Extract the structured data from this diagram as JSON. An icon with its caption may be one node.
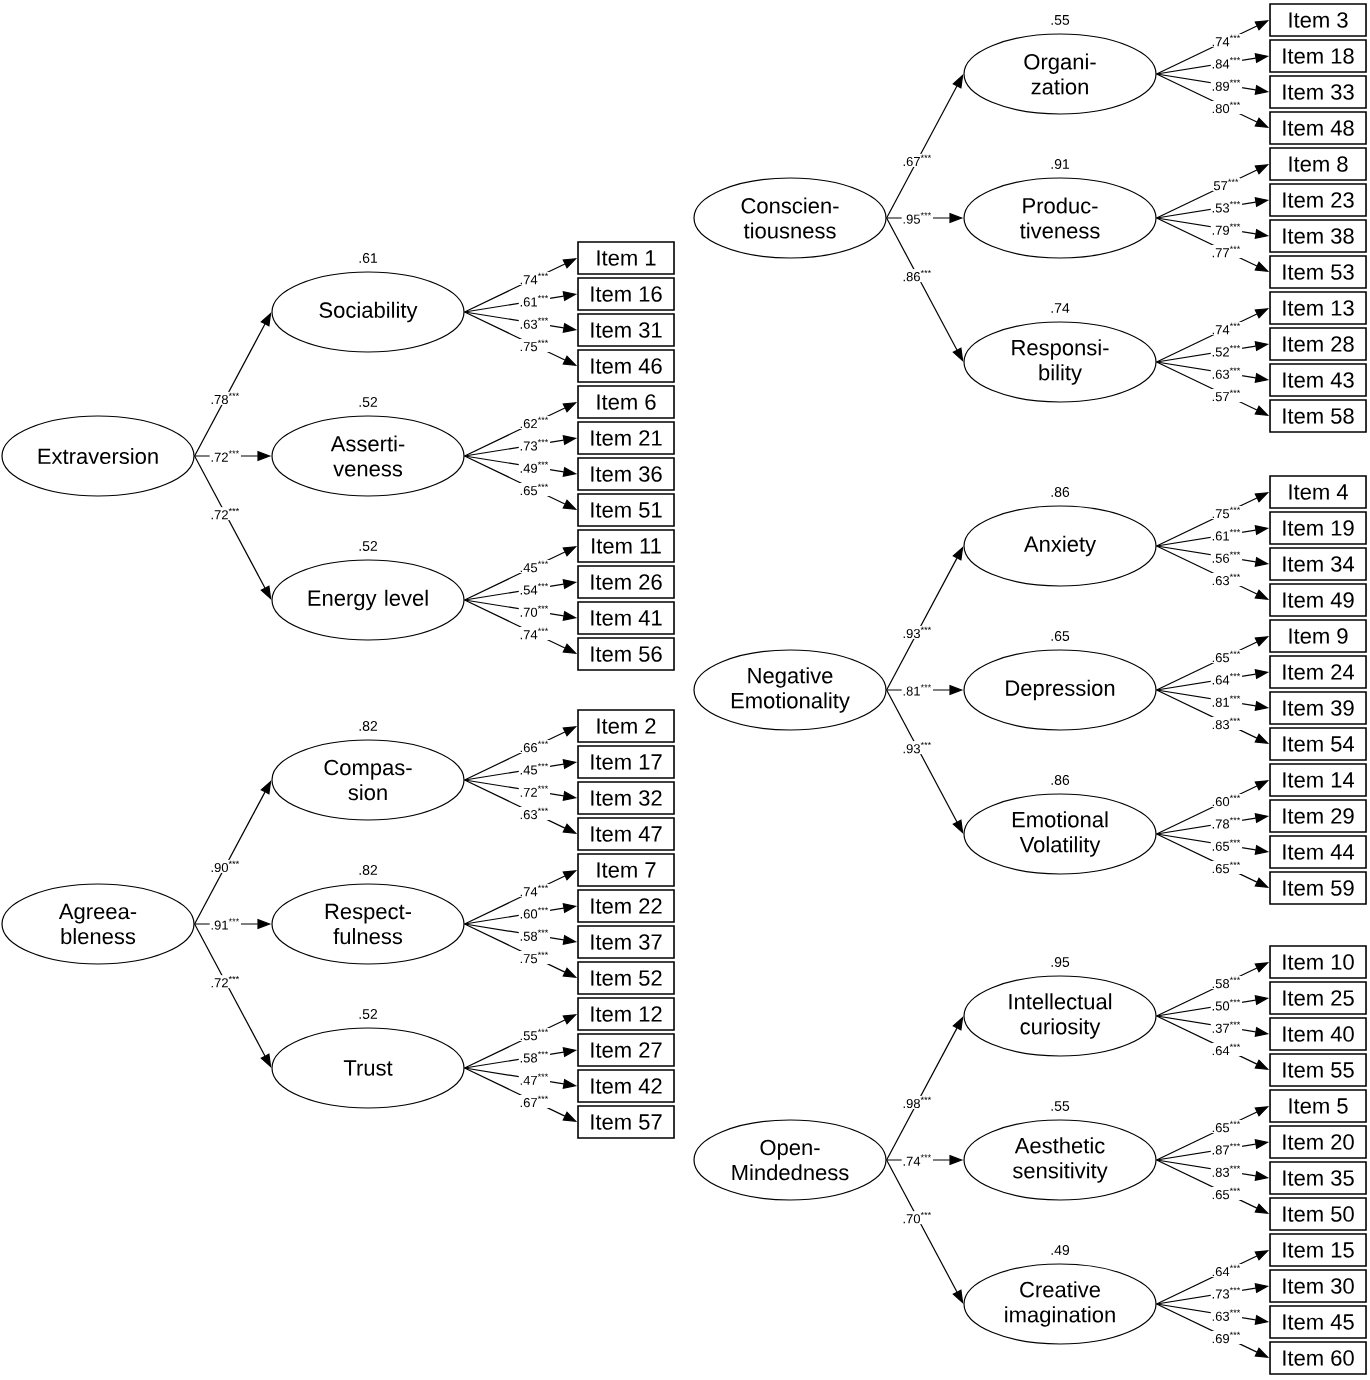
{
  "diagram": {
    "nodes": [
      {
        "text": [
          "Extraversion"
        ]
      },
      {
        "text": [
          "Sociability"
        ],
        "beside": [
          ".61"
        ]
      },
      {
        "text": [
          "Item 1"
        ]
      },
      {
        "text": [
          "Item 16"
        ]
      },
      {
        "text": [
          "Item 31"
        ]
      },
      {
        "text": [
          "Item 46"
        ]
      },
      {
        "text": [
          "Asserti- veness"
        ],
        "beside": [
          ".52"
        ]
      },
      {
        "text": [
          "Item 6"
        ]
      },
      {
        "text": [
          "Item 21"
        ]
      },
      {
        "text": [
          "Item 36"
        ]
      },
      {
        "text": [
          "Item 51"
        ]
      },
      {
        "text": [
          "Energy level"
        ],
        "beside": [
          ".52"
        ]
      },
      {
        "text": [
          "Item 11"
        ]
      },
      {
        "text": [
          "Item 26"
        ]
      },
      {
        "text": [
          "Item 41"
        ]
      },
      {
        "text": [
          "Item 56"
        ]
      },
      {
        "text": [
          "Agreea- bleness"
        ]
      },
      {
        "text": [
          "Compas- sion"
        ],
        "beside": [
          ".82"
        ]
      },
      {
        "text": [
          "Item 2"
        ]
      },
      {
        "text": [
          "Item 17"
        ]
      },
      {
        "text": [
          "Item 32"
        ]
      },
      {
        "text": [
          "Item 47"
        ]
      },
      {
        "text": [
          "Respect- fulness"
        ],
        "beside": [
          ".82"
        ]
      },
      {
        "text": [
          "Item 7"
        ]
      },
      {
        "text": [
          "Item 22"
        ]
      },
      {
        "text": [
          "Item 37"
        ]
      },
      {
        "text": [
          "Item 52"
        ]
      },
      {
        "text": [
          "Trust"
        ],
        "beside": [
          ".52"
        ]
      },
      {
        "text": [
          "Item 12"
        ]
      },
      {
        "text": [
          "Item 27"
        ]
      },
      {
        "text": [
          "Item 42"
        ]
      },
      {
        "text": [
          "Item 57"
        ]
      },
      {
        "text": [
          "Conscien- tiousness"
        ]
      },
      {
        "text": [
          "Organi- zation"
        ],
        "beside": [
          ".55"
        ]
      },
      {
        "text": [
          "Item 3"
        ]
      },
      {
        "text": [
          "Item 18"
        ]
      },
      {
        "text": [
          "Item 33"
        ]
      },
      {
        "text": [
          "Item 48"
        ]
      },
      {
        "text": [
          "Produc- tiveness"
        ],
        "beside": [
          ".91"
        ]
      },
      {
        "text": [
          "Item 8"
        ]
      },
      {
        "text": [
          "Item 23"
        ]
      },
      {
        "text": [
          "Item 38"
        ]
      },
      {
        "text": [
          "Item 53"
        ]
      },
      {
        "text": [
          "Responsi- bility"
        ],
        "beside": [
          ".74"
        ]
      },
      {
        "text": [
          "Item 13"
        ]
      },
      {
        "text": [
          "Item 28"
        ]
      },
      {
        "text": [
          "Item 43"
        ]
      },
      {
        "text": [
          "Item 58"
        ]
      },
      {
        "text": [
          "Negative Emotionality"
        ]
      },
      {
        "text": [
          "Anxiety"
        ],
        "beside": [
          ".86"
        ]
      },
      {
        "text": [
          "Item 4"
        ]
      },
      {
        "text": [
          "Item 19"
        ]
      },
      {
        "text": [
          "Item 34"
        ]
      },
      {
        "text": [
          "Item 49"
        ]
      },
      {
        "text": [
          "Depression"
        ],
        "beside": [
          ".65"
        ]
      },
      {
        "text": [
          "Item 9"
        ]
      },
      {
        "text": [
          "Item 24"
        ]
      },
      {
        "text": [
          "Item 39"
        ]
      },
      {
        "text": [
          "Item 54"
        ]
      },
      {
        "text": [
          "Emotional Volatility"
        ],
        "beside": [
          ".86"
        ]
      },
      {
        "text": [
          "Item 14"
        ]
      },
      {
        "text": [
          "Item 29"
        ]
      },
      {
        "text": [
          "Item 44"
        ]
      },
      {
        "text": [
          "Item 59"
        ]
      },
      {
        "text": [
          "Open- Mindedness"
        ]
      },
      {
        "text": [
          "Intellectual curiosity"
        ],
        "beside": [
          ".95"
        ]
      },
      {
        "text": [
          "Item 10"
        ]
      },
      {
        "text": [
          "Item 25"
        ]
      },
      {
        "text": [
          "Item 40"
        ]
      },
      {
        "text": [
          "Item 55"
        ]
      },
      {
        "text": [
          "Aesthetic sensitivity"
        ],
        "beside": [
          ".55"
        ]
      },
      {
        "text": [
          "Item 5"
        ]
      },
      {
        "text": [
          "Item 20"
        ]
      },
      {
        "text": [
          "Item 35"
        ]
      },
      {
        "text": [
          "Item 50"
        ]
      },
      {
        "text": [
          "Creative imagination"
        ],
        "beside": [
          ".49"
        ]
      },
      {
        "text": [
          "Item 15"
        ]
      },
      {
        "text": [
          "Item 30"
        ]
      },
      {
        "text": [
          "Item 45"
        ]
      },
      {
        "text": [
          "Item 60"
        ]
      }
    ],
    "edges": [
      {
        "from": 0,
        "to": 1,
        "arrow": "to",
        "label": ".78$^{***}$"
      },
      {
        "from": 0,
        "to": 6,
        "arrow": "to",
        "label": ".72$^{***}$"
      },
      {
        "from": 0,
        "to": 11,
        "arrow": "to",
        "label": ".72$^{***}$"
      },
      {
        "from": 1,
        "to": 2,
        "arrow": "to",
        "label": ".74$^{***}$"
      },
      {
        "from": 1,
        "to": 3,
        "arrow": "to",
        "label": ".61$^{***}$"
      },
      {
        "from": 1,
        "to": 4,
        "arrow": "to",
        "label": ".63$^{***}$"
      },
      {
        "from": 1,
        "to": 5,
        "arrow": "to",
        "label": ".75$^{***}$"
      },
      {
        "from": 6,
        "to": 7,
        "arrow": "to",
        "label": ".62$^{***}$"
      },
      {
        "from": 6,
        "to": 8,
        "arrow": "to",
        "label": ".73$^{***}$"
      },
      {
        "from": 6,
        "to": 9,
        "arrow": "to",
        "label": ".49$^{***}$"
      },
      {
        "from": 6,
        "to": 10,
        "arrow": "to",
        "label": ".65$^{***}$"
      },
      {
        "from": 11,
        "to": 12,
        "arrow": "to",
        "label": ".45$^{***}$"
      },
      {
        "from": 11,
        "to": 13,
        "arrow": "to",
        "label": ".54$^{***}$"
      },
      {
        "from": 11,
        "to": 14,
        "arrow": "to",
        "label": ".70$^{***}$"
      },
      {
        "from": 11,
        "to": 15,
        "arrow": "to",
        "label": ".74$^{***}$"
      },
      {
        "from": 16,
        "to": 17,
        "arrow": "to",
        "label": ".90$^{***}$"
      },
      {
        "from": 16,
        "to": 22,
        "arrow": "to",
        "label": ".91$^{***}$"
      },
      {
        "from": 16,
        "to": 27,
        "arrow": "to",
        "label": ".72$^{***}$"
      },
      {
        "from": 17,
        "to": 18,
        "arrow": "to",
        "label": ".66$^{***}$"
      },
      {
        "from": 17,
        "to": 19,
        "arrow": "to",
        "label": ".45$^{***}$"
      },
      {
        "from": 17,
        "to": 20,
        "arrow": "to",
        "label": ".72$^{***}$"
      },
      {
        "from": 17,
        "to": 21,
        "arrow": "to",
        "label": ".63$^{***}$"
      },
      {
        "from": 22,
        "to": 23,
        "arrow": "to",
        "label": ".74$^{***}$"
      },
      {
        "from": 22,
        "to": 24,
        "arrow": "to",
        "label": ".60$^{***}$"
      },
      {
        "from": 22,
        "to": 25,
        "arrow": "to",
        "label": ".58$^{***}$"
      },
      {
        "from": 22,
        "to": 26,
        "arrow": "to",
        "label": ".75$^{***}$"
      },
      {
        "from": 27,
        "to": 28,
        "arrow": "to",
        "label": ".55$^{***}$"
      },
      {
        "from": 27,
        "to": 29,
        "arrow": "to",
        "label": ".58$^{***}$"
      },
      {
        "from": 27,
        "to": 30,
        "arrow": "to",
        "label": ".47$^{***}$"
      },
      {
        "from": 27,
        "to": 31,
        "arrow": "to",
        "label": ".67$^{***}$"
      },
      {
        "from": 32,
        "to": 33,
        "arrow": "to",
        "label": ".67$^{***}$"
      },
      {
        "from": 32,
        "to": 38,
        "arrow": "to",
        "label": ".95$^{***}$"
      },
      {
        "from": 32,
        "to": 43,
        "arrow": "to",
        "label": ".86$^{***}$"
      },
      {
        "from": 33,
        "to": 34,
        "arrow": "to",
        "label": ".74$^{***}$"
      },
      {
        "from": 33,
        "to": 35,
        "arrow": "to",
        "label": ".84$^{***}$"
      },
      {
        "from": 33,
        "to": 36,
        "arrow": "to",
        "label": ".89$^{***}$"
      },
      {
        "from": 33,
        "to": 37,
        "arrow": "to",
        "label": ".80$^{***}$"
      },
      {
        "from": 38,
        "to": 39,
        "arrow": "to",
        "label": "57$^{***}$"
      },
      {
        "from": 38,
        "to": 40,
        "arrow": "to",
        "label": ".53$^{***}$"
      },
      {
        "from": 38,
        "to": 41,
        "arrow": "to",
        "label": ".79$^{***}$"
      },
      {
        "from": 38,
        "to": 42,
        "arrow": "to",
        "label": ".77$^{***}$"
      },
      {
        "from": 43,
        "to": 44,
        "arrow": "to",
        "label": ".74$^{***}$"
      },
      {
        "from": 43,
        "to": 45,
        "arrow": "to",
        "label": ".52$^{***}$"
      },
      {
        "from": 43,
        "to": 46,
        "arrow": "to",
        "label": ".63$^{***}$"
      },
      {
        "from": 43,
        "to": 47,
        "arrow": "to",
        "label": ".57$^{***}$"
      },
      {
        "from": 48,
        "to": 49,
        "arrow": "to",
        "label": ".93$^{***}$"
      },
      {
        "from": 48,
        "to": 54,
        "arrow": "to",
        "label": ".81$^{***}$"
      },
      {
        "from": 48,
        "to": 59,
        "arrow": "to",
        "label": ".93$^{***}$"
      },
      {
        "from": 49,
        "to": 50,
        "arrow": "to",
        "label": ".75$^{***}$"
      },
      {
        "from": 49,
        "to": 51,
        "arrow": "to",
        "label": ".61$^{***}$"
      },
      {
        "from": 49,
        "to": 52,
        "arrow": "to",
        "label": ".56$^{***}$"
      },
      {
        "from": 49,
        "to": 53,
        "arrow": "to",
        "label": ".63$^{***}$"
      },
      {
        "from": 54,
        "to": 55,
        "arrow": "to",
        "label": ".65$^{***}$"
      },
      {
        "from": 54,
        "to": 56,
        "arrow": "to",
        "label": ".64$^{***}$"
      },
      {
        "from": 54,
        "to": 57,
        "arrow": "to",
        "label": ".81$^{***}$"
      },
      {
        "from": 54,
        "to": 58,
        "arrow": "to",
        "label": ".83$^{***}$"
      },
      {
        "from": 59,
        "to": 60,
        "arrow": "to",
        "label": ".60$^{***}$"
      },
      {
        "from": 59,
        "to": 61,
        "arrow": "to",
        "label": ".78$^{***}$"
      },
      {
        "from": 59,
        "to": 62,
        "arrow": "to",
        "label": ".65$^{***}$"
      },
      {
        "from": 59,
        "to": 63,
        "arrow": "to",
        "label": ".65$^{***}$"
      },
      {
        "from": 64,
        "to": 65,
        "arrow": "to",
        "label": ".98$^{***}$"
      },
      {
        "from": 64,
        "to": 70,
        "arrow": "to",
        "label": ".74$^{***}$"
      },
      {
        "from": 64,
        "to": 75,
        "arrow": "to",
        "label": ".70$^{***}$"
      },
      {
        "from": 65,
        "to": 66,
        "arrow": "to",
        "label": ".58$^{***}$"
      },
      {
        "from": 65,
        "to": 67,
        "arrow": "to",
        "label": ".50$^{***}$"
      },
      {
        "from": 65,
        "to": 68,
        "arrow": "to",
        "label": ".37$^{***}$"
      },
      {
        "from": 65,
        "to": 69,
        "arrow": "to",
        "label": ".64$^{***}$"
      },
      {
        "from": 70,
        "to": 71,
        "arrow": "to",
        "label": ".65$^{***}$"
      },
      {
        "from": 70,
        "to": 72,
        "arrow": "to",
        "label": ".87$^{***}$"
      },
      {
        "from": 70,
        "to": 73,
        "arrow": "to",
        "label": ".83$^{***}$"
      },
      {
        "from": 70,
        "to": 74,
        "arrow": "to",
        "label": ".65$^{***}$"
      },
      {
        "from": 75,
        "to": 76,
        "arrow": "to",
        "label": ".64$^{***}$"
      },
      {
        "from": 75,
        "to": 77,
        "arrow": "to",
        "label": ".73$^{***}$"
      },
      {
        "from": 75,
        "to": 78,
        "arrow": "to",
        "label": ".63$^{***}$"
      },
      {
        "from": 75,
        "to": 79,
        "arrow": "to",
        "label": ".69$^{***}$"
      }
    ]
  }
}
